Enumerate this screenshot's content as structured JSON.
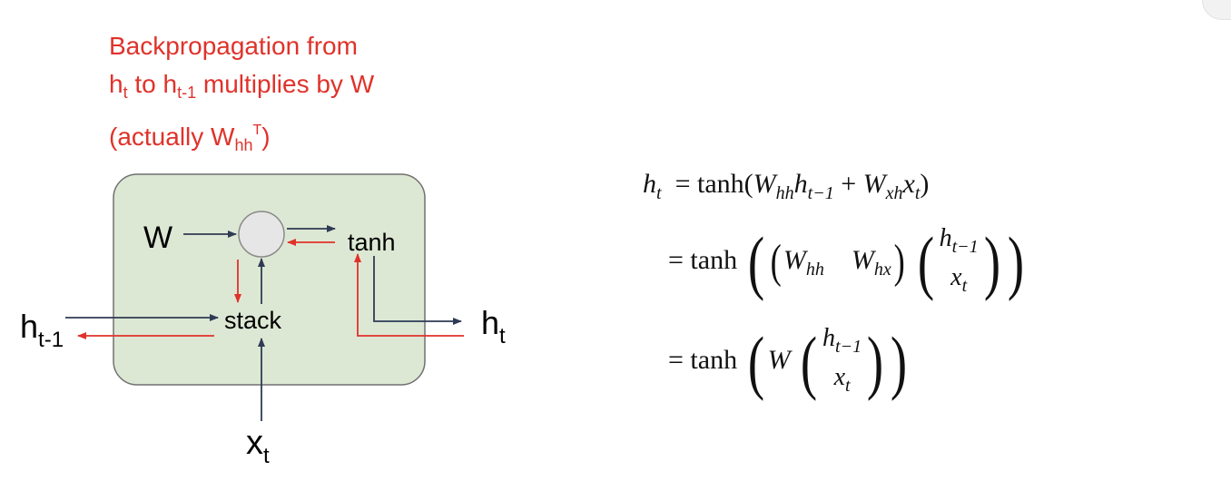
{
  "title": {
    "line1": "Backpropagation from",
    "line2_h": "h",
    "line2_sub1": "t",
    "line2_mid": " to h",
    "line2_sub2": "t-1",
    "line2_end": " multiplies by W",
    "line3_start": "(actually W",
    "line3_sub": "hh",
    "line3_sup": "T",
    "line3_end": ")"
  },
  "diagram": {
    "w_label": "W",
    "tanh_label": "tanh",
    "stack_label": "stack",
    "h_prev": "h",
    "h_prev_sub": "t-1",
    "h_out": "h",
    "h_out_sub": "t",
    "x_in": "x",
    "x_in_sub": "t"
  },
  "colors": {
    "accent_red": "#e0322a",
    "cell_fill": "#dde8d4",
    "cell_border": "#707070",
    "node_fill": "#e6e6e6",
    "arrow_dark": "#2f3b55"
  },
  "equations": {
    "eq_sign": "=",
    "tanh": "tanh",
    "h": "h",
    "t": "t",
    "W": "W",
    "hh": "hh",
    "xh": "xh",
    "hx": "hx",
    "x": "x",
    "tm1": "t−1",
    "plus": "+"
  }
}
